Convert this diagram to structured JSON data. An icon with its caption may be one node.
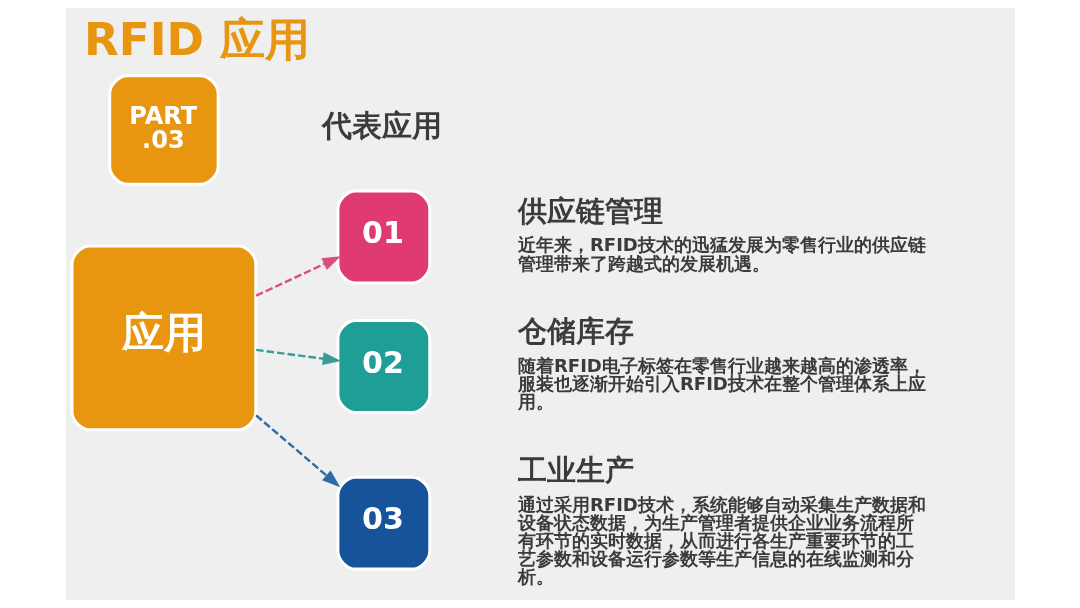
{
  "diagram": {
    "title": "RFID 应用",
    "nodes": [
      {
        "text": [
          "PART .03"
        ]
      },
      {
        "text": [
          "应用"
        ]
      },
      {
        "text": [
          "01"
        ],
        "beside": [
          "供应链管理",
          "近年来，RFID技术的迅猛发展为零售行业的供应链管理带来了跨越式的发展机遇。"
        ]
      },
      {
        "text": [
          "02"
        ],
        "beside": [
          "仓储库存",
          "随着RFID电子标签在零售行业越来越高的渗透率，服装也逐渐开始引入RFID技术在整个管理体系上应用。"
        ]
      },
      {
        "text": [
          "03"
        ],
        "beside": [
          "工业生产",
          "通过采用RFID技术，系统能够自动采集生产数据和设备状态数据，为生产管理者提供企业业务流程所有环节的实时数据，从而进行各生产重要环节的工艺参数和设备运行参数等生产信息的在线监测和分析。"
        ]
      }
    ],
    "edges": [
      {
        "from": 1,
        "to": 2,
        "arrow": "to",
        "style": "dashed",
        "color": "#d9507c"
      },
      {
        "from": 1,
        "to": 3,
        "arrow": "to",
        "style": "dashed",
        "color": "#3a9d95"
      },
      {
        "from": 1,
        "to": 4,
        "arrow": "to",
        "style": "dashed",
        "color": "#2c6aa8"
      }
    ],
    "labels": [
      "代表应用"
    ]
  }
}
